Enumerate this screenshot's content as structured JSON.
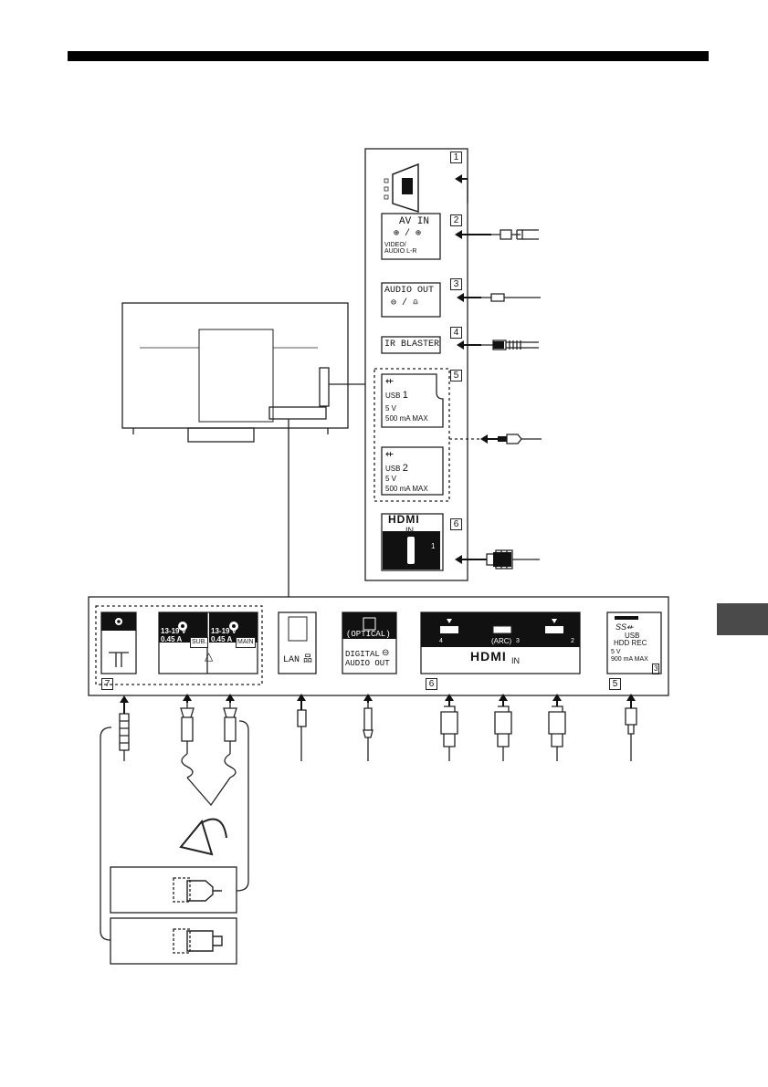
{
  "side_panel": {
    "items": [
      {
        "num": "1"
      },
      {
        "num": "2",
        "title": "AV IN",
        "sub": "VIDEO/",
        "sub2": "AUDIO L-R"
      },
      {
        "num": "3",
        "title": "AUDIO OUT"
      },
      {
        "num": "4",
        "title": "IR BLASTER"
      },
      {
        "num": "5"
      },
      {
        "num": "6",
        "title": "IN",
        "port_num": "1"
      }
    ],
    "usb1": {
      "label": "USB",
      "num": "1",
      "volt": "5 V",
      "current": "500 mA MAX"
    },
    "usb2": {
      "label": "USB",
      "num": "2",
      "volt": "5 V",
      "current": "500 mA MAX"
    }
  },
  "bottom_panel": {
    "sat_sub": {
      "volt": "13-19 V",
      "current": "0.45 A",
      "tag": "SUB."
    },
    "sat_main": {
      "volt": "13-19 V",
      "current": "0.45 A",
      "tag": "MAIN"
    },
    "lan": "LAN",
    "optical": {
      "label": "(OPTICAL)",
      "line1": "DIGITAL",
      "line2": "AUDIO OUT"
    },
    "hdmi": {
      "port4": "4",
      "port3": "3",
      "arc": "(ARC)",
      "port2": "2",
      "in_label": "IN"
    },
    "usb3": {
      "line1": "USB",
      "line2": "HDD REC",
      "volt": "5 V",
      "current": "900 mA MAX",
      "num": "3"
    },
    "num_7": "7",
    "num_6": "6",
    "num_5": "5"
  }
}
